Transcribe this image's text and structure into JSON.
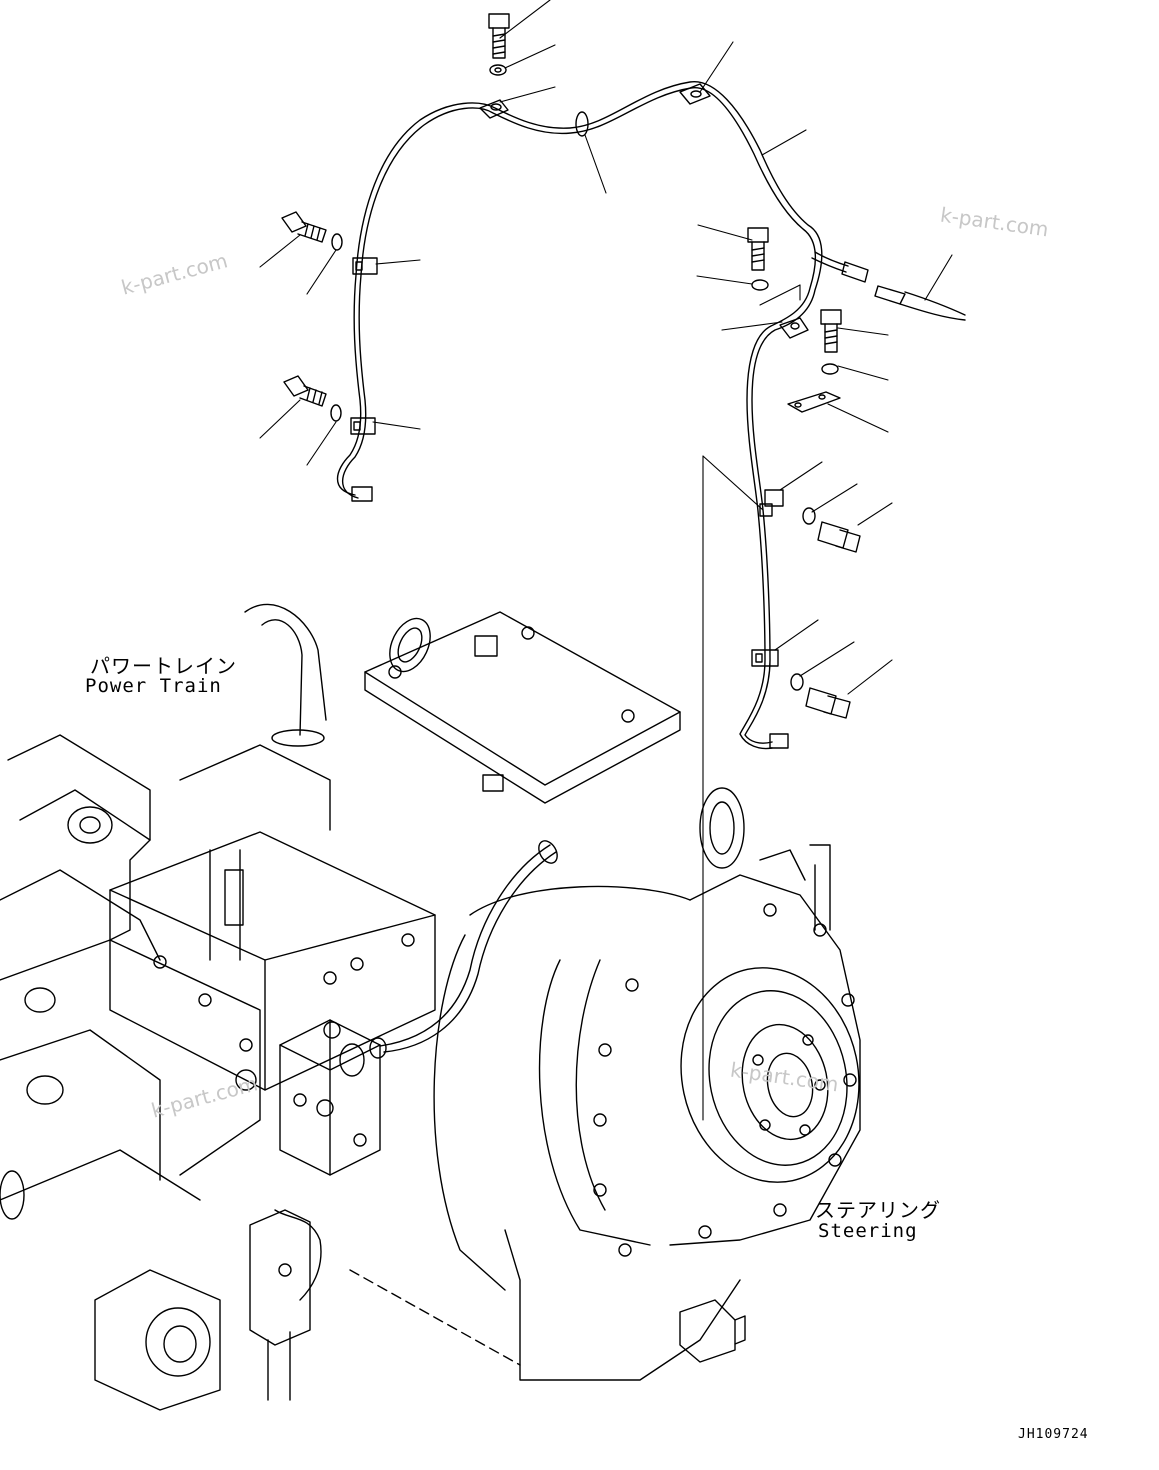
{
  "labels": {
    "power_train_jp": "パワートレイン",
    "power_train_en": "Power Train",
    "steering_jp": "ステアリング",
    "steering_en": "Steering"
  },
  "watermarks": [
    "k-part.com",
    "k-part.com",
    "k-part.com",
    "k-part.com"
  ],
  "drawing_code": "JH109724",
  "colors": {
    "line": "#000000",
    "watermark": "#c7c7c7",
    "background": "#ffffff"
  }
}
